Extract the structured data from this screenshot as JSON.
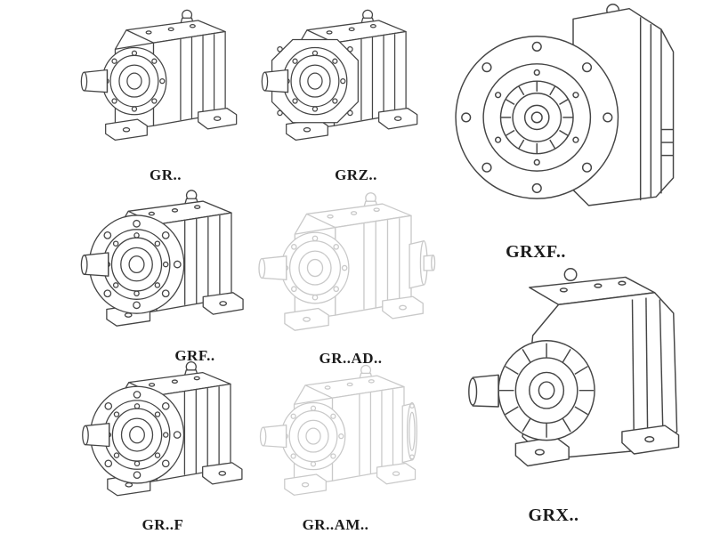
{
  "page": {
    "colors": {
      "background": "#ffffff",
      "line": "#454545",
      "ghost": "#c9c9c9",
      "label": "#1b1b1b"
    }
  },
  "figures": [
    {
      "id": "gr",
      "label": "GR..",
      "style": "solid"
    },
    {
      "id": "grz",
      "label": "GRZ..",
      "style": "solid"
    },
    {
      "id": "grxf",
      "label": "GRXF..",
      "style": "solid"
    },
    {
      "id": "grf",
      "label": "GRF..",
      "style": "solid"
    },
    {
      "id": "gr-ad",
      "label": "GR..AD..",
      "style": "ghost"
    },
    {
      "id": "gr-f",
      "label": "GR..F",
      "style": "solid"
    },
    {
      "id": "gr-am",
      "label": "GR..AM..",
      "style": "ghost"
    },
    {
      "id": "grx",
      "label": "GRX..",
      "style": "solid"
    }
  ]
}
